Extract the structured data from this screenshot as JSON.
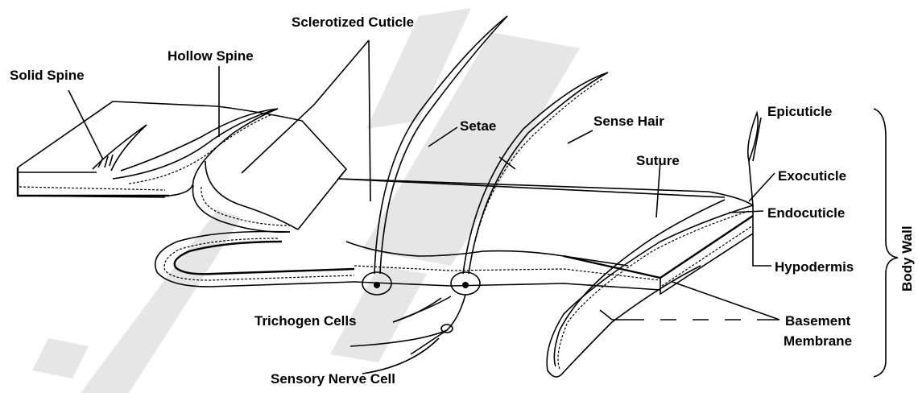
{
  "diagram": {
    "labels": {
      "solid_spine": "Solid Spine",
      "hollow_spine": "Hollow Spine",
      "sclerotized_cuticle": "Sclerotized Cuticle",
      "setae": "Setae",
      "sense_hair": "Sense Hair",
      "suture": "Suture",
      "epicuticle": "Epicuticle",
      "exocuticle": "Exocuticle",
      "endocuticle": "Endocuticle",
      "hypodermis": "Hypodermis",
      "basement_membrane_line1": "Basement",
      "basement_membrane_line2": "Membrane",
      "trichogen_cells": "Trichogen Cells",
      "sensory_nerve_cell": "Sensory Nerve Cell",
      "body_wall": "Body Wall"
    },
    "colors": {
      "ink": "#000000",
      "background": "#ffffff",
      "watermark": "#e6e6e6"
    }
  }
}
